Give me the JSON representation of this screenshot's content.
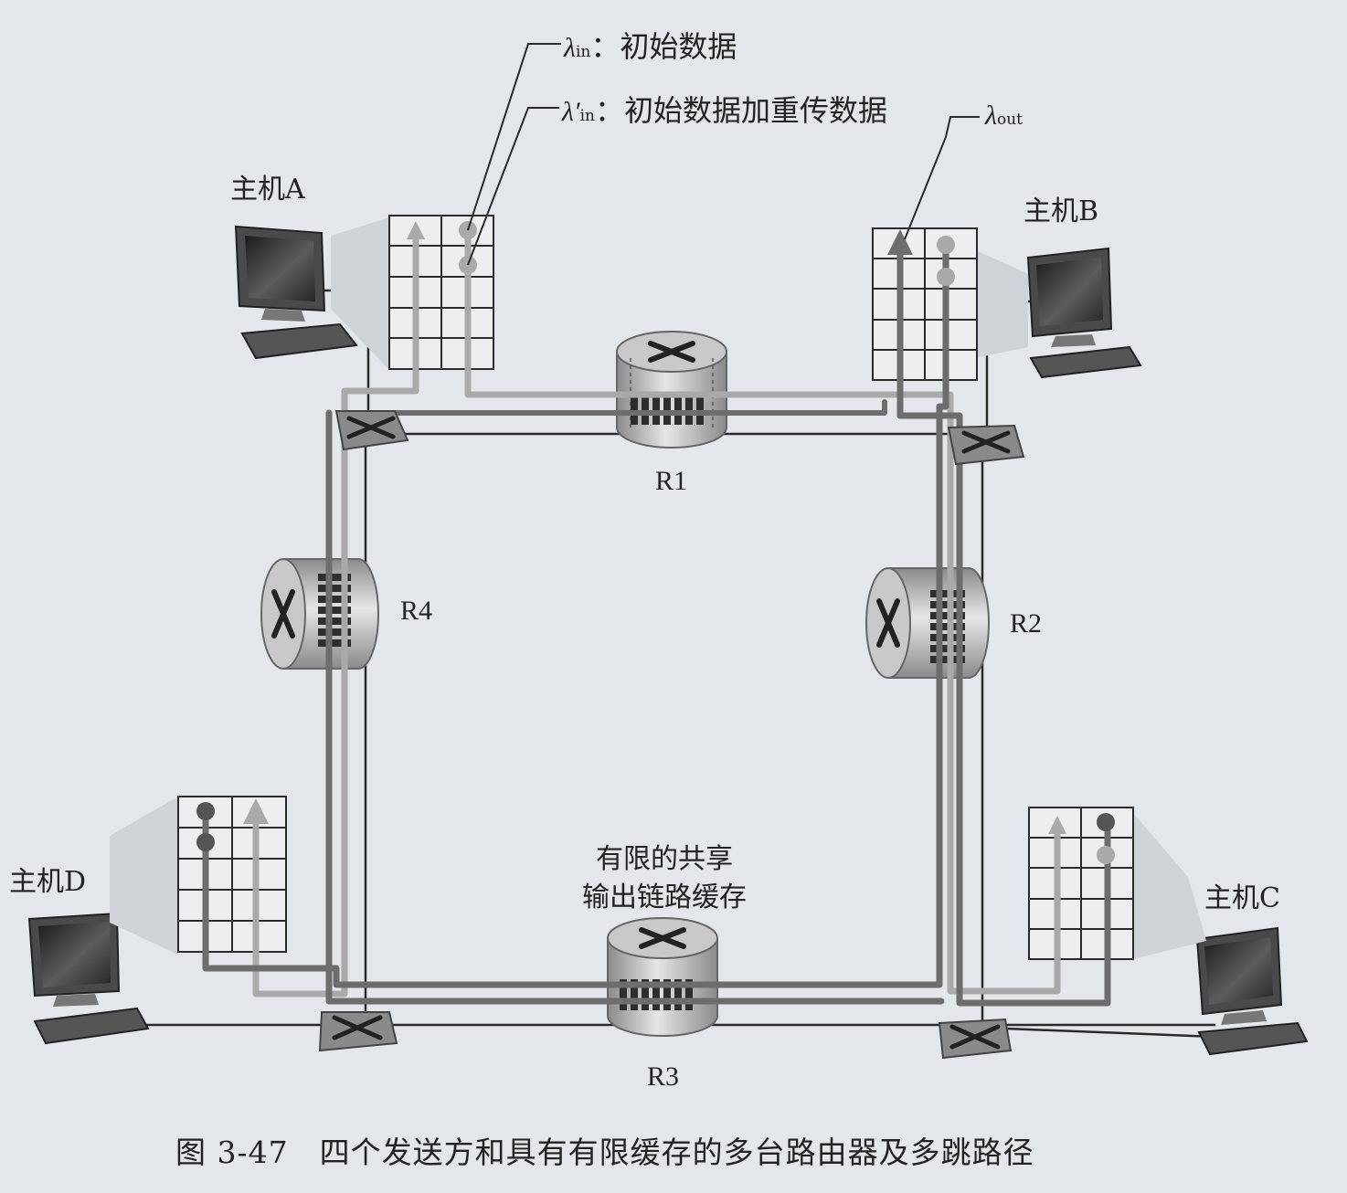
{
  "legend": {
    "lambda_in_symbol": "λ",
    "lambda_in_sub": "in",
    "lambda_in_text": "：初始数据",
    "lambda_in_prime_symbol": "λ′",
    "lambda_in_prime_sub": "in",
    "lambda_in_prime_text": "：初始数据加重传数据",
    "lambda_out_symbol": "λ",
    "lambda_out_sub": "out"
  },
  "hosts": {
    "a": "主机A",
    "b": "主机B",
    "c": "主机C",
    "d": "主机D"
  },
  "routers": {
    "r1": "R1",
    "r2": "R2",
    "r3": "R3",
    "r4": "R4"
  },
  "buffer_note": {
    "line1": "有限的共享",
    "line2": "输出链路缓存"
  },
  "caption": "图 3-47　四个发送方和具有有限缓存的多台路由器及多跳路径",
  "colors": {
    "background": "#e3e6ea",
    "flow_dark": "#6d6d6d",
    "flow_light": "#a9a9a9",
    "link": "#2a2a2a"
  }
}
